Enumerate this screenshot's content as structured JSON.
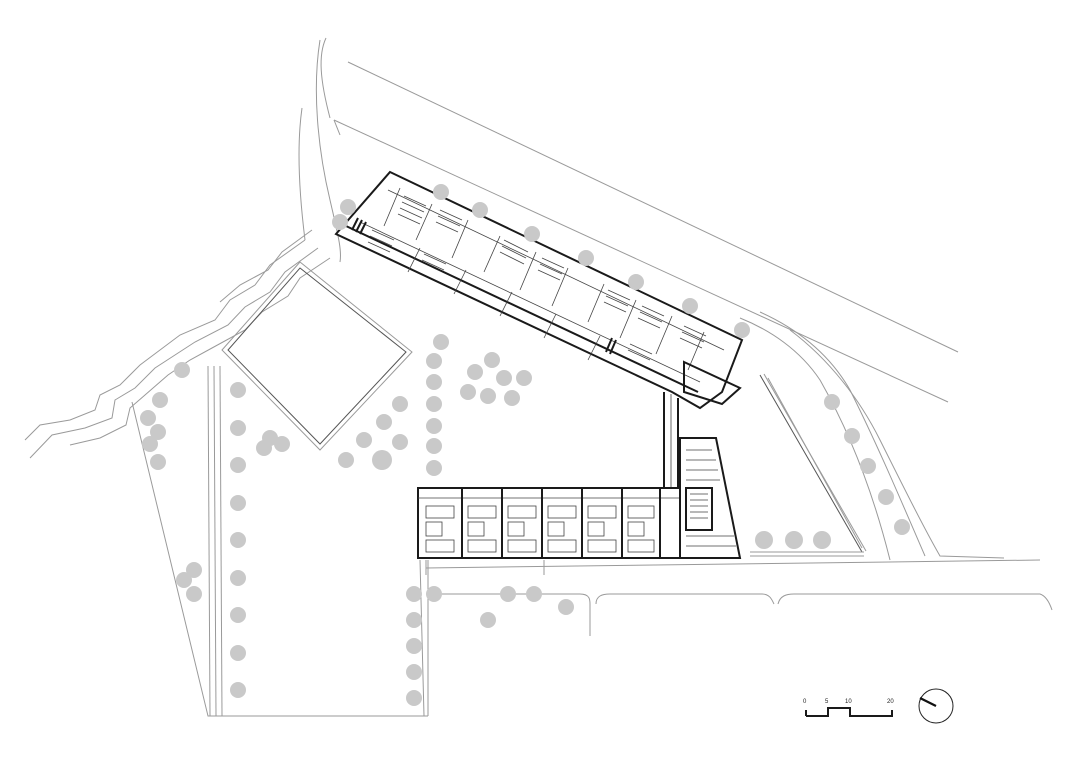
{
  "scale_bar": {
    "ticks": [
      "0",
      "5",
      "10",
      "20"
    ]
  },
  "north_arrow": {
    "icon": "north-arrow-icon"
  },
  "colors": {
    "tree": "#c9c9c9",
    "wall": "#1a1a1a",
    "context_line": "#9a9a9a"
  }
}
